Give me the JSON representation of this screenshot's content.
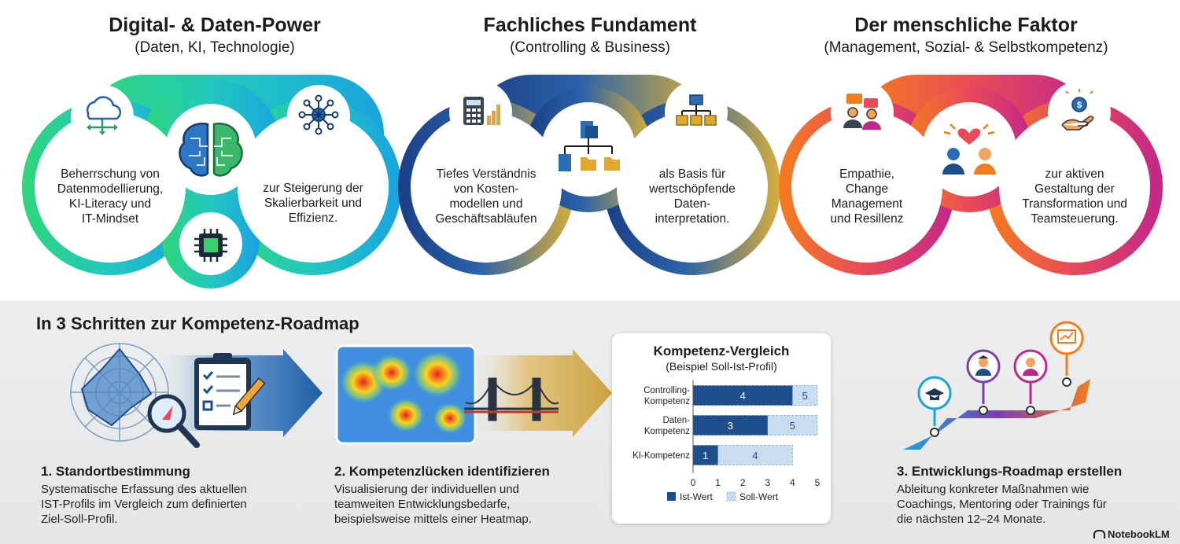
{
  "pillars": [
    {
      "title": "Digital- & Daten-Power",
      "subtitle": "(Daten, KI, Technologie)",
      "text_left": [
        "Beherrschung von",
        "Datenmodellierung,",
        "KI-Literacy und",
        "IT-Mindset"
      ],
      "text_right": [
        "zur Steigerung der",
        "Skalierbarkeit und",
        "Effizienz."
      ],
      "icons": [
        "cloud-network-icon",
        "brain-circuit-icon",
        "network-hub-icon",
        "microchip-icon"
      ]
    },
    {
      "title": "Fachliches Fundament",
      "subtitle": "(Controlling & Business)",
      "text_left": [
        "Tiefes Verständnis",
        "von Kosten-",
        "modellen und",
        "Geschäftsabläufen"
      ],
      "text_right": [
        "als Basis für",
        "wertschöpfende",
        "Daten-",
        "interpretation."
      ],
      "icons": [
        "calculator-chart-icon",
        "org-chart-icon",
        "hierarchy-icon"
      ]
    },
    {
      "title": "Der menschliche Faktor",
      "subtitle": "(Management, Sozial- & Selbstkompetenz)",
      "text_left": [
        "Empathie,",
        "Change",
        "Management",
        "und Resillenz"
      ],
      "text_right": [
        "zur aktiven",
        "Gestaltung der",
        "Transformation und",
        "Teamsteuerung."
      ],
      "icons": [
        "people-chat-icon",
        "people-heart-icon",
        "hand-money-icon"
      ]
    }
  ],
  "roadmap": {
    "heading": "In 3 Schritten zur Kompetenz-Roadmap",
    "steps": [
      {
        "title": "1. Standortbestimmung",
        "lines": [
          "Systematische Erfassung des aktuellen",
          "IST-Profils im Vergleich zum definierten",
          "Ziel-Soll-Profil."
        ]
      },
      {
        "title": "2. Kompetenzlücken identifizieren",
        "lines": [
          "Visualisierung der individuellen und",
          "teamweiten Entwicklungsbedarfe,",
          "beispielsweise mittels einer Heatmap."
        ]
      },
      {
        "title": "3. Entwicklungs-Roadmap erstellen",
        "lines": [
          "Ableitung konkreter Maßnahmen wie",
          "Coachings, Mentoring oder Trainings für",
          "die nächsten 12–24 Monate."
        ]
      }
    ]
  },
  "chart_data": {
    "type": "bar",
    "title": "Kompetenz-Vergleich",
    "subtitle": "(Beispiel Soll-Ist-Profil)",
    "categories": [
      [
        "Controlling-",
        "Kompetenz"
      ],
      [
        "Daten-",
        "Kompetenz"
      ],
      [
        "KI-Kompetenz"
      ]
    ],
    "series": [
      {
        "name": "Ist-Wert",
        "values": [
          4,
          3,
          1
        ],
        "color": "#1f4e8c"
      },
      {
        "name": "Soll-Wert",
        "values": [
          5,
          5,
          4
        ],
        "color": "#c9ddf0"
      }
    ],
    "xlim": [
      0,
      5
    ],
    "ticks": [
      "0",
      "1",
      "2",
      "3",
      "4",
      "5"
    ],
    "legend": "bottom"
  },
  "brand": "NotebookLM"
}
